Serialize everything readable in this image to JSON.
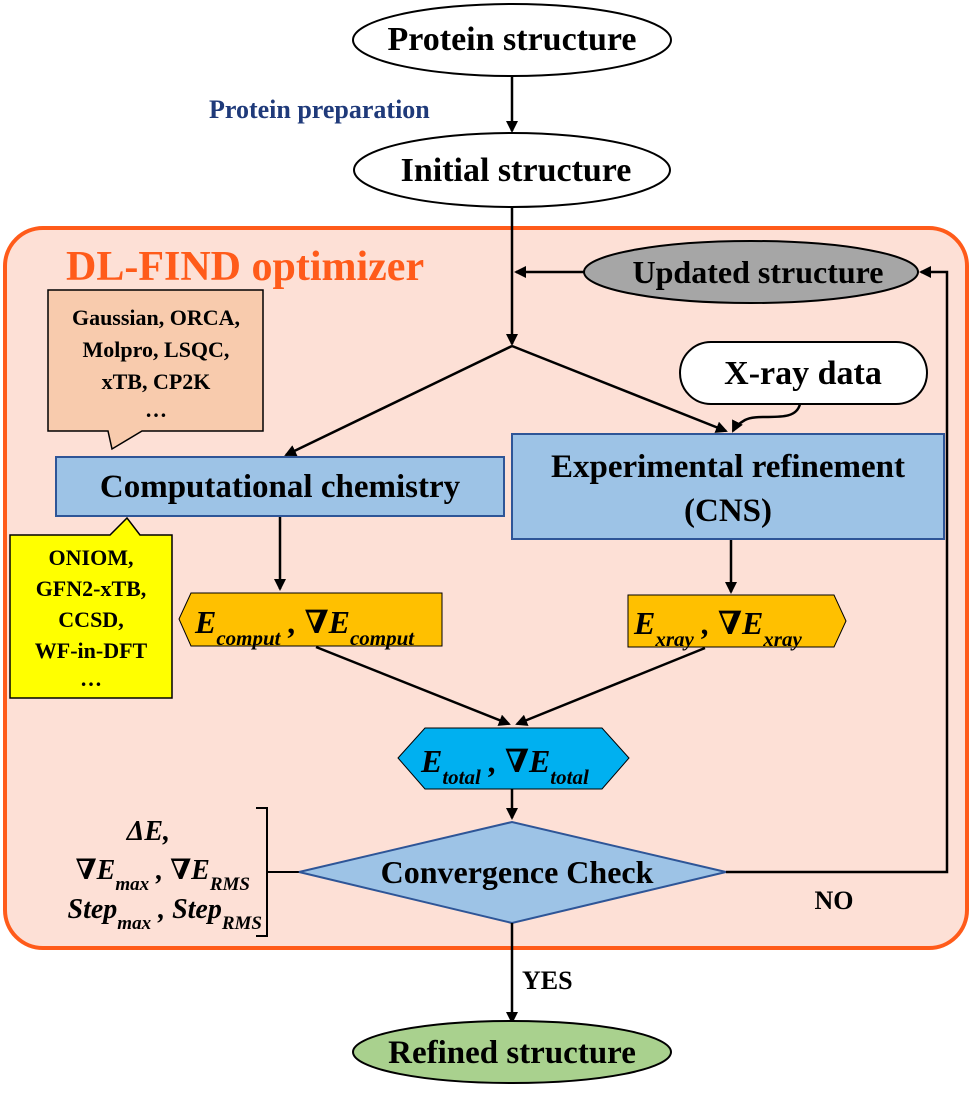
{
  "nodes": {
    "protein_structure": "Protein structure",
    "protein_preparation": "Protein preparation",
    "initial_structure": "Initial structure",
    "optimizer_title": "DL-FIND optimizer",
    "updated_structure": "Updated structure",
    "xray_data": "X-ray data",
    "programs": [
      "Gaussian, ORCA,",
      "Molpro, LSQC,",
      "xTB, CP2K",
      "…"
    ],
    "comp_chem": "Computational chemistry",
    "exp_refinement_line1": "Experimental refinement",
    "exp_refinement_line2": "(CNS)",
    "methods": [
      "ONIOM,",
      "GFN2-xTB,",
      "CCSD,",
      "WF-in-DFT",
      "…"
    ],
    "e_comput": {
      "E": "E",
      "sub": "comput",
      "sep": " , ",
      "grad": "∇E"
    },
    "e_xray": {
      "E": "E",
      "sub": "xray",
      "sep": " , ",
      "grad": "∇E"
    },
    "e_total": {
      "E": "E",
      "sub": "total",
      "sep": " , ",
      "grad": "∇E"
    },
    "criteria": {
      "delta_e": "ΔE,",
      "grad_max": "∇E",
      "grad_max_sub": "max",
      "grad_rms": "∇E",
      "grad_rms_sub": "RMS",
      "step_max": "Step",
      "step_max_sub": "max",
      "step_rms": "Step",
      "step_rms_sub": "RMS",
      "comma": " , "
    },
    "convergence_check": "Convergence Check",
    "no_label": "NO",
    "yes_label": "YES",
    "refined_structure": "Refined structure"
  },
  "colors": {
    "optimizer_fill": "#fde0d6",
    "optimizer_border": "#ff5b1a",
    "optimizer_title": "#ff5b1a",
    "prep_text": "#1f3a7a",
    "box_blue": "#9dc3e6",
    "box_border": "#2e5597",
    "energy_orange": "#ffc000",
    "energy_total": "#00b0f0",
    "programs_fill": "#f8cbad",
    "methods_fill": "#ffff00",
    "updated_fill": "#a6a6a6",
    "refined_fill": "#a9d18e"
  }
}
